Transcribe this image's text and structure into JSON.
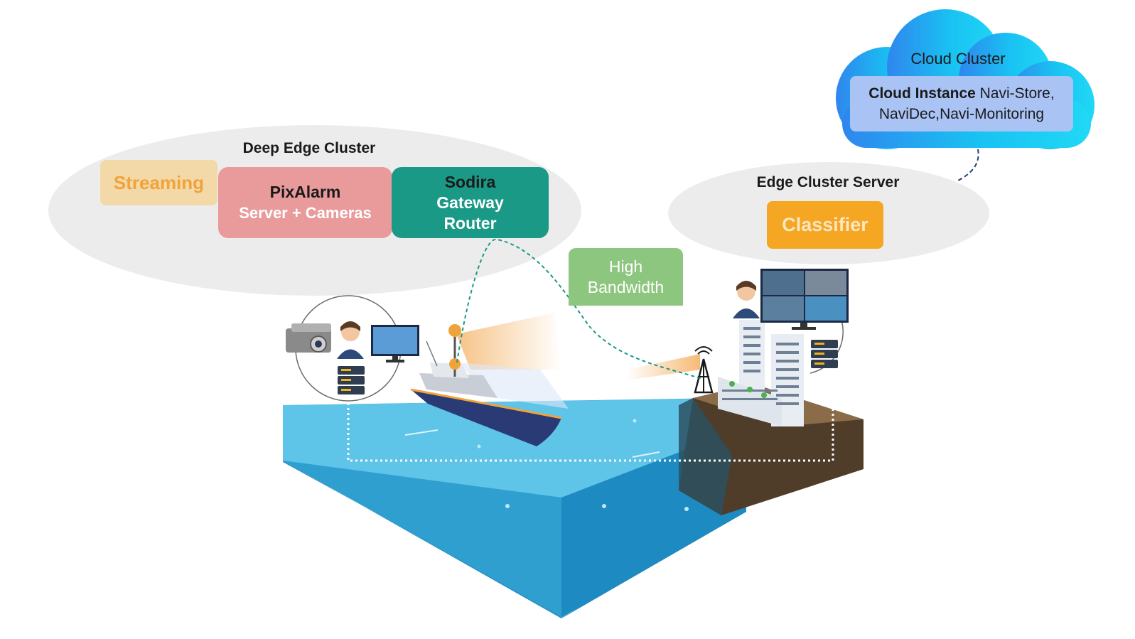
{
  "deep_edge": {
    "title": "Deep Edge Cluster",
    "streaming": "Streaming",
    "pixalarm_line1": "PixAlarm",
    "pixalarm_line2": "Server + Cameras",
    "sodira_line1": "Sodira",
    "sodira_line2": "Gateway",
    "sodira_line3": "Router"
  },
  "link": {
    "line1": "High",
    "line2": "Bandwidth"
  },
  "edge_server": {
    "title": "Edge Cluster Server",
    "classifier": "Classifier"
  },
  "cloud": {
    "title": "Cloud Cluster",
    "instance_bold": "Cloud Instance",
    "instance_rest1": " Navi-Store,",
    "instance_line2": "NaviDec,Navi-Monitoring"
  },
  "colors": {
    "streaming_bg": "#f3d9a8",
    "streaming_text": "#f0a33a",
    "pixalarm_bg": "#e99a9a",
    "sodira_bg": "#1a9986",
    "high_bw_bg": "#8dc67f",
    "classifier_bg": "#f5a623",
    "cloud_instance_bg": "#a9c3f4",
    "ocean_top": "#5ec4e8",
    "ocean_side": "#2f9fd0"
  }
}
